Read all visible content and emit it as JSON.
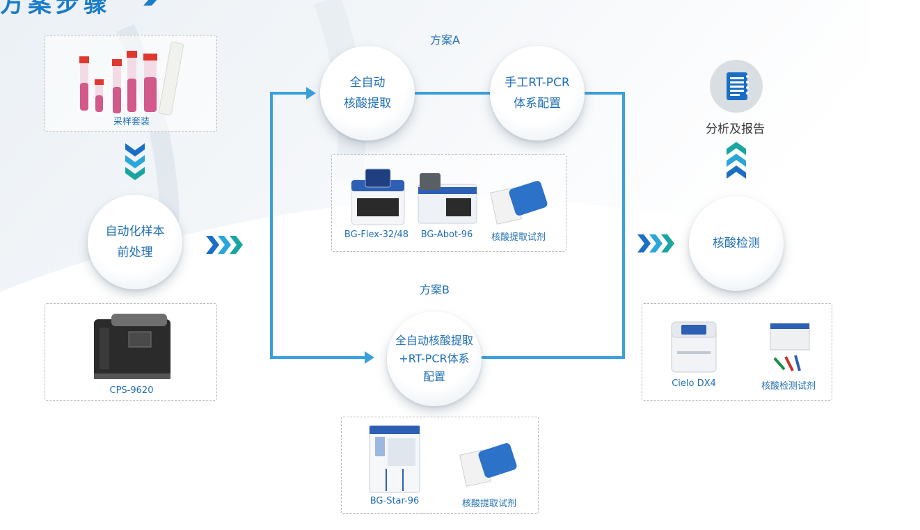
{
  "page": {
    "title": "方案步骤"
  },
  "sampling": {
    "kit_label": "采样套装"
  },
  "pretreatment": {
    "line1": "自动化样本",
    "line2": "前处理",
    "device_label": "CPS-9620"
  },
  "plan_a": {
    "title": "方案A",
    "step1": "全自动\n核酸提取",
    "step2": "手工RT-PCR\n体系配置",
    "devices": [
      "BG-Flex-32/48",
      "BG-Abot-96",
      "核酸提取试剂"
    ]
  },
  "plan_b": {
    "title": "方案B",
    "step": "全自动核酸提取\n+RT-PCR体系\n配置",
    "devices": [
      "BG-Star-96",
      "核酸提取试剂"
    ]
  },
  "detection": {
    "label": "核酸检测",
    "devices": [
      "Cielo DX4",
      "核酸检测试剂"
    ]
  },
  "report": {
    "label": "分析及报告",
    "icon": "report-document-icon"
  },
  "colors": {
    "accent": "#1a7cc9",
    "line": "#3aa0dc",
    "teal": "#1aa6a0",
    "text_blue": "#1f6fb5"
  }
}
